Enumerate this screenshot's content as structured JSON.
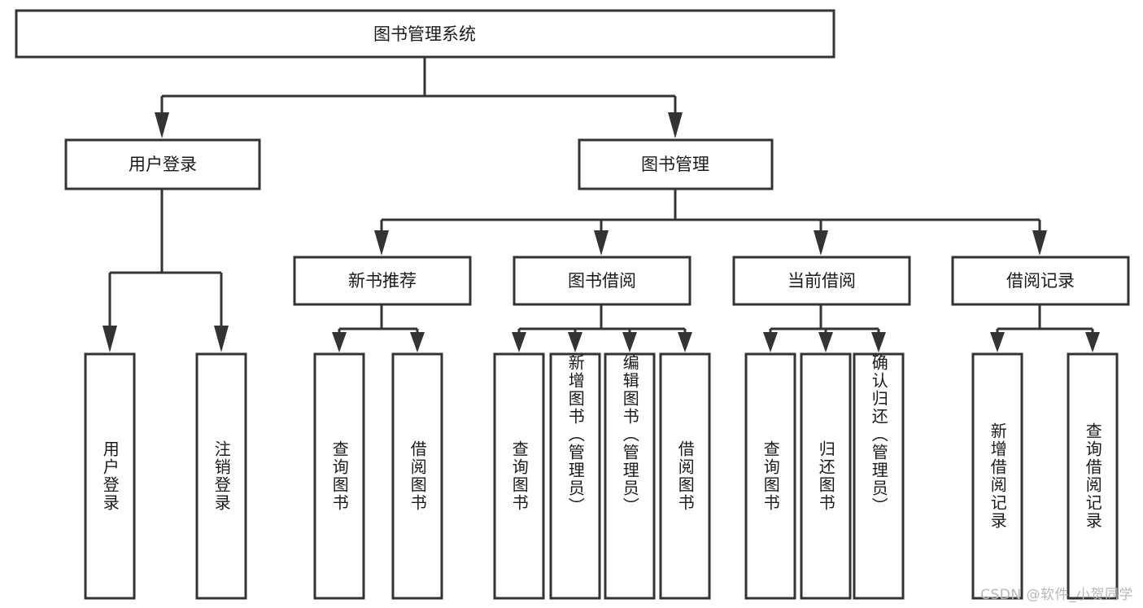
{
  "diagram": {
    "title_node": {
      "label": "图书管理系统"
    },
    "level1": [
      {
        "id": "user-login",
        "label": "用户登录"
      },
      {
        "id": "book-manage",
        "label": "图书管理"
      }
    ],
    "level2": [
      {
        "id": "new-book-recommend",
        "label": "新书推荐"
      },
      {
        "id": "book-borrow",
        "label": "图书借阅"
      },
      {
        "id": "current-borrow",
        "label": "当前借阅"
      },
      {
        "id": "borrow-record",
        "label": "借阅记录"
      }
    ],
    "leaves": [
      {
        "id": "leaf-user-login",
        "label": "用户登录",
        "parent": "user-login"
      },
      {
        "id": "leaf-logout",
        "label": "注销登录",
        "parent": "user-login"
      },
      {
        "id": "leaf-query-book-1",
        "label": "查询图书",
        "parent": "new-book-recommend"
      },
      {
        "id": "leaf-borrow-book-1",
        "label": "借阅图书",
        "parent": "new-book-recommend"
      },
      {
        "id": "leaf-query-book-2",
        "label": "查询图书",
        "parent": "book-borrow"
      },
      {
        "id": "leaf-add-book",
        "label": "新增图书（管理员）",
        "parent": "book-borrow"
      },
      {
        "id": "leaf-edit-book",
        "label": "编辑图书（管理员）",
        "parent": "book-borrow"
      },
      {
        "id": "leaf-borrow-book-2",
        "label": "借阅图书",
        "parent": "book-borrow"
      },
      {
        "id": "leaf-query-book-3",
        "label": "查询图书",
        "parent": "current-borrow"
      },
      {
        "id": "leaf-return-book",
        "label": "归还图书",
        "parent": "current-borrow"
      },
      {
        "id": "leaf-confirm-return",
        "label": "确认归还（管理员）",
        "parent": "current-borrow"
      },
      {
        "id": "leaf-add-record",
        "label": "新增借阅记录",
        "parent": "borrow-record"
      },
      {
        "id": "leaf-query-record",
        "label": "查询借阅记录",
        "parent": "borrow-record"
      }
    ],
    "colors": {
      "stroke": "#333333",
      "fill": "#ffffff",
      "text": "#1a1a1a",
      "watermark": "#b8b8b8"
    }
  },
  "watermark": {
    "text": "CSDN @软件_小贺同学"
  }
}
